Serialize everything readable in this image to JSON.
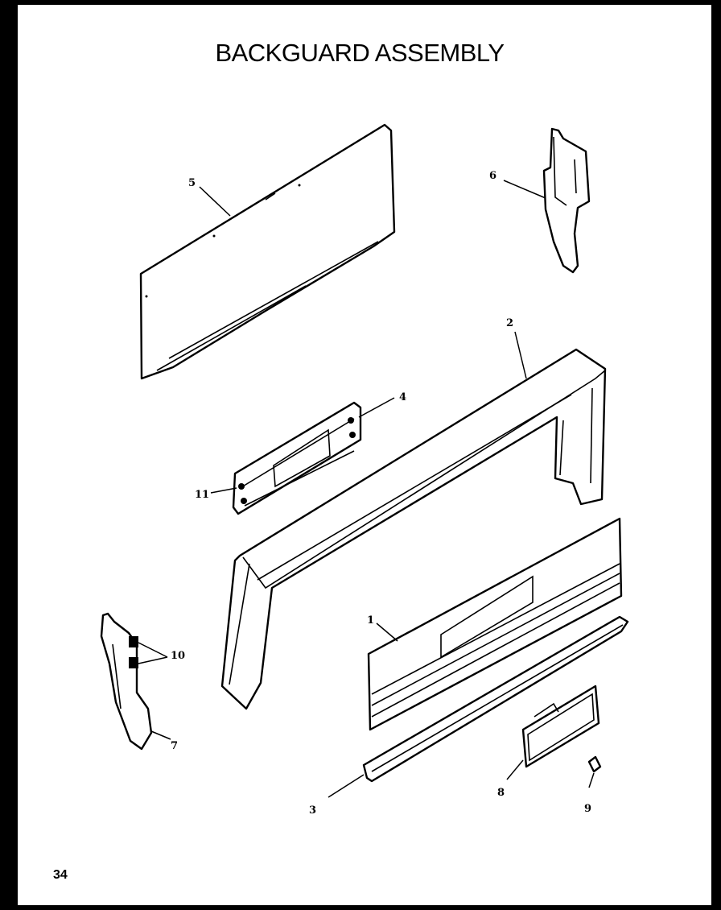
{
  "title": "BACKGUARD ASSEMBLY",
  "page_number": "34",
  "callouts": [
    "1",
    "2",
    "3",
    "4",
    "5",
    "6",
    "7",
    "8",
    "9",
    "10",
    "11"
  ]
}
